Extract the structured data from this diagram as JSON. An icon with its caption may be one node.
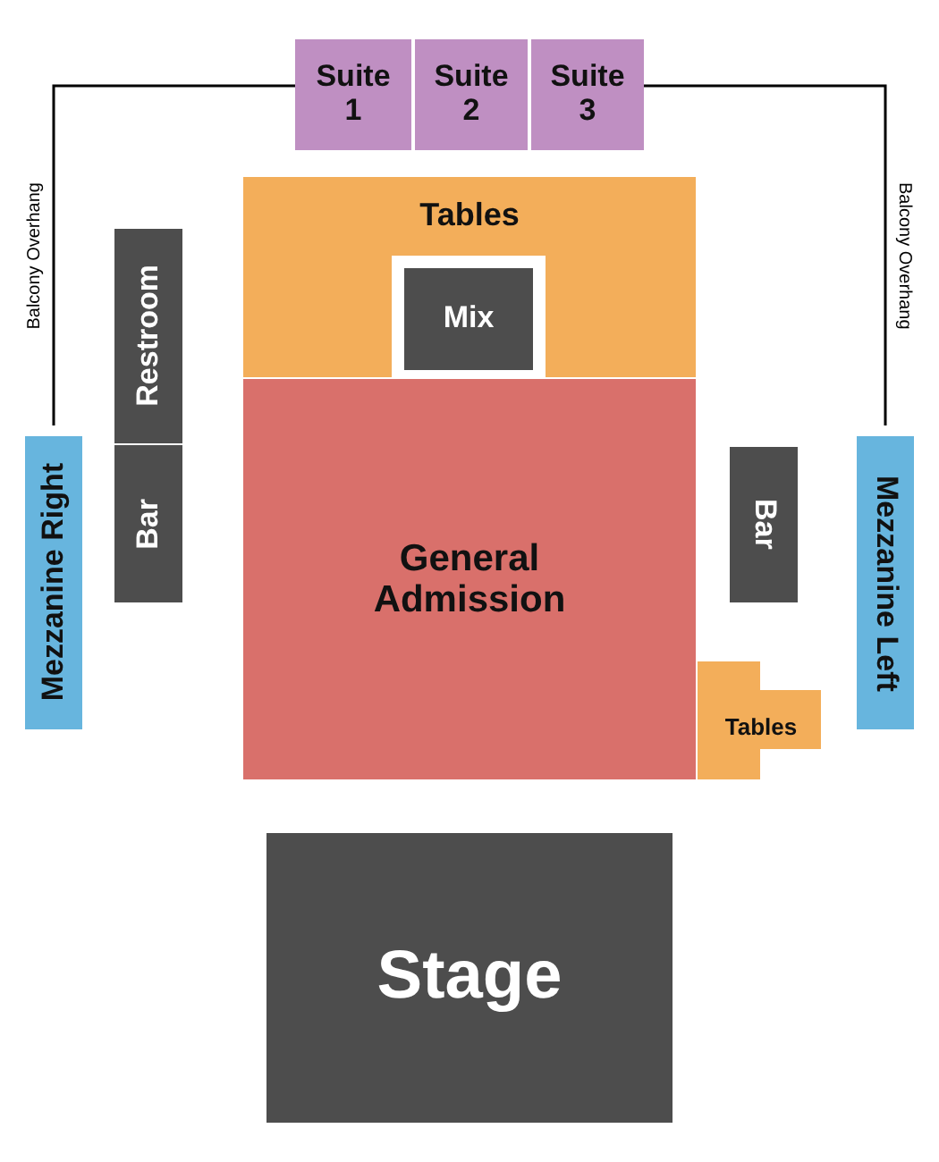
{
  "diagram": {
    "nodes": [
      {
        "text": [
          "Suite 1"
        ]
      },
      {
        "text": [
          "Suite 2"
        ]
      },
      {
        "text": [
          "Suite 3"
        ]
      },
      {
        "text": [
          "Tables"
        ]
      },
      {
        "text": [
          "Mix"
        ],
        "in": 3
      },
      {
        "text": [
          "Restroom"
        ]
      },
      {
        "text": [
          "Mezzanine Right"
        ]
      },
      {
        "text": [
          "Bar"
        ]
      },
      {
        "text": [
          "Bar"
        ]
      },
      {
        "text": [
          "General Admission"
        ]
      },
      {
        "text": [
          "Mezzanine Left"
        ]
      },
      {
        "text": [
          "Tables"
        ]
      },
      {
        "text": [
          "Stage"
        ]
      }
    ],
    "labels": [
      "Balcony Overhang",
      "Balcony Overhang"
    ]
  }
}
